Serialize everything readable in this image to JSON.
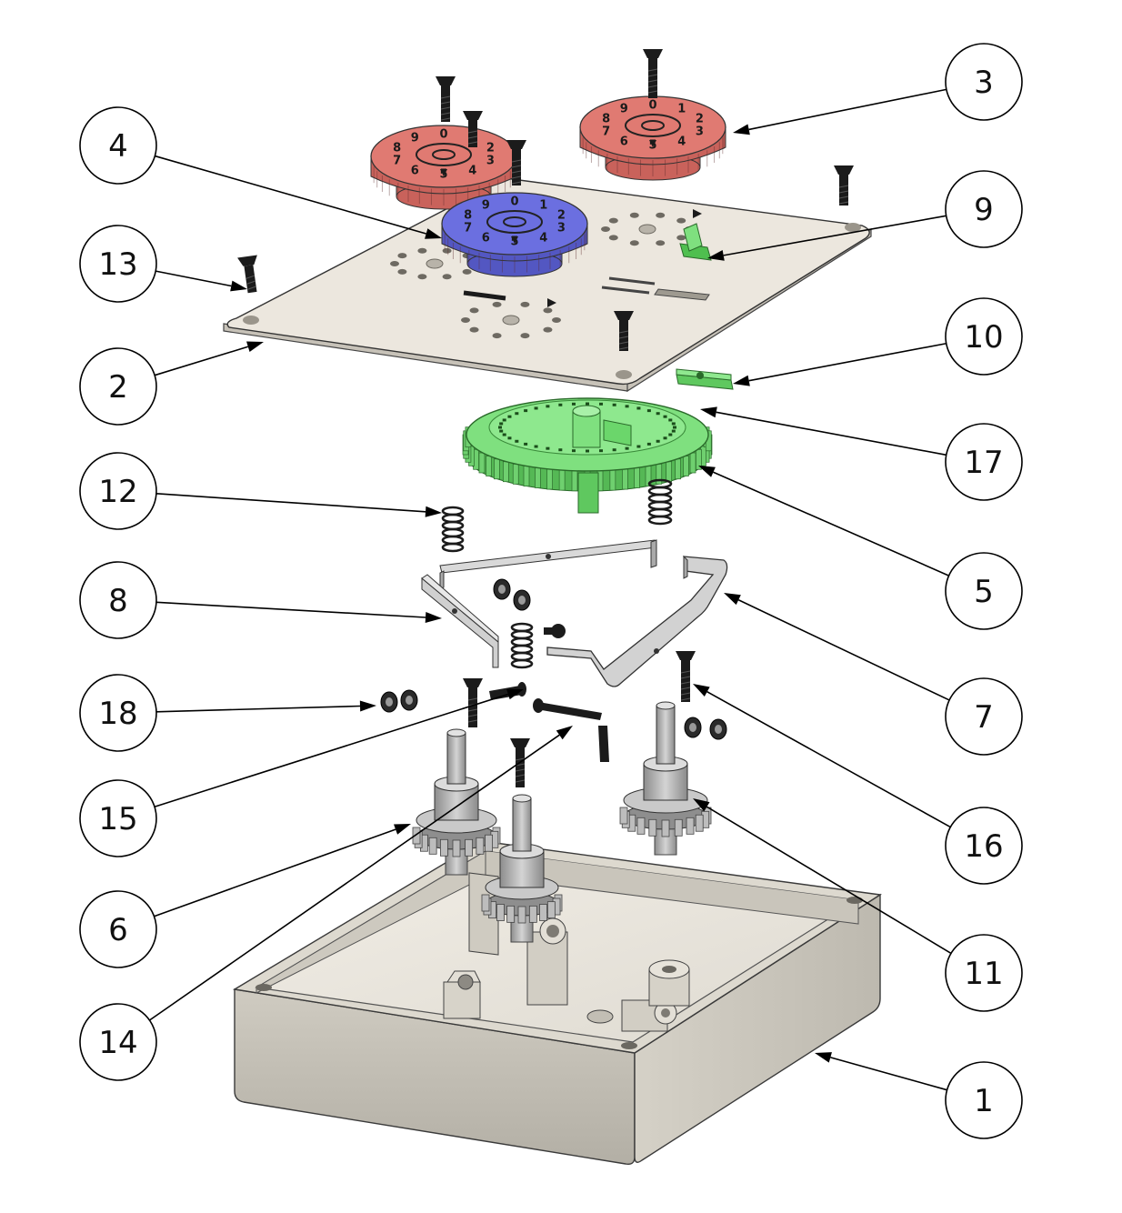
{
  "balloons": [
    {
      "label": "1"
    },
    {
      "label": "2"
    },
    {
      "label": "3"
    },
    {
      "label": "4"
    },
    {
      "label": "5"
    },
    {
      "label": "6"
    },
    {
      "label": "7"
    },
    {
      "label": "8"
    },
    {
      "label": "9"
    },
    {
      "label": "10"
    },
    {
      "label": "11"
    },
    {
      "label": "12"
    },
    {
      "label": "13"
    },
    {
      "label": "14"
    },
    {
      "label": "15"
    },
    {
      "label": "16"
    },
    {
      "label": "17"
    },
    {
      "label": "18"
    }
  ],
  "dial_digits": [
    "0",
    "1",
    "2",
    "3",
    "4",
    "5",
    "6",
    "7",
    "8",
    "9"
  ],
  "colors": {
    "enclosure": "#d9d6cc",
    "plate": "#ece7de",
    "knob_red": "#e07a72",
    "knob_blue": "#6b6fe0",
    "gear_green": "#7fe07f",
    "metal": "#b9b9b9",
    "dark": "#1b1b1b"
  }
}
